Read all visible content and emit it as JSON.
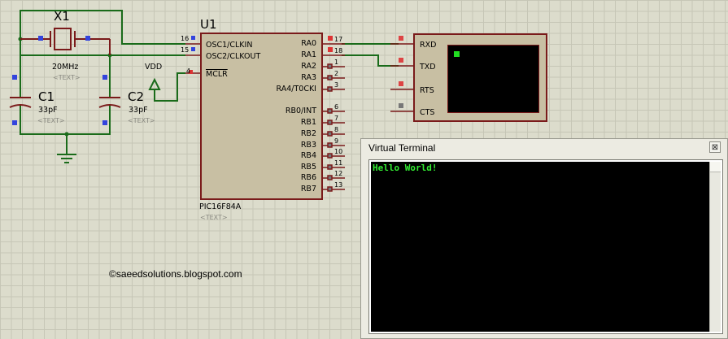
{
  "schematic": {
    "crystal": {
      "ref": "X1",
      "value": "20MHz",
      "text": "<TEXT>"
    },
    "capacitors": [
      {
        "ref": "C1",
        "value": "33pF",
        "text": "<TEXT>"
      },
      {
        "ref": "C2",
        "value": "33pF",
        "text": "<TEXT>"
      }
    ],
    "vdd_label": "VDD",
    "mcu": {
      "ref": "U1",
      "part": "PIC16F84A",
      "text": "<TEXT>",
      "left_pins": [
        {
          "num": "16",
          "name": "OSC1/CLKIN"
        },
        {
          "num": "15",
          "name": "OSC2/CLKOUT"
        },
        {
          "num": "4",
          "name": "MCLR"
        }
      ],
      "right_pins": [
        {
          "num": "17",
          "name": "RA0"
        },
        {
          "num": "18",
          "name": "RA1"
        },
        {
          "num": "1",
          "name": "RA2"
        },
        {
          "num": "2",
          "name": "RA3"
        },
        {
          "num": "3",
          "name": "RA4/T0CKI"
        },
        {
          "num": "6",
          "name": "RB0/INT"
        },
        {
          "num": "7",
          "name": "RB1"
        },
        {
          "num": "8",
          "name": "RB2"
        },
        {
          "num": "9",
          "name": "RB3"
        },
        {
          "num": "10",
          "name": "RB4"
        },
        {
          "num": "11",
          "name": "RB5"
        },
        {
          "num": "12",
          "name": "RB6"
        },
        {
          "num": "13",
          "name": "RB7"
        }
      ]
    },
    "terminal_pins": [
      "RXD",
      "TXD",
      "RTS",
      "CTS"
    ]
  },
  "virtual_terminal": {
    "title": "Virtual Terminal",
    "close_glyph": "⊠",
    "output": "Hello World!"
  },
  "copyright": "©saeedsolutions.blogspot.com",
  "colors": {
    "wire": "#1a6b1a",
    "component": "#7a1a1a",
    "terminal_text": "#33ee33"
  }
}
